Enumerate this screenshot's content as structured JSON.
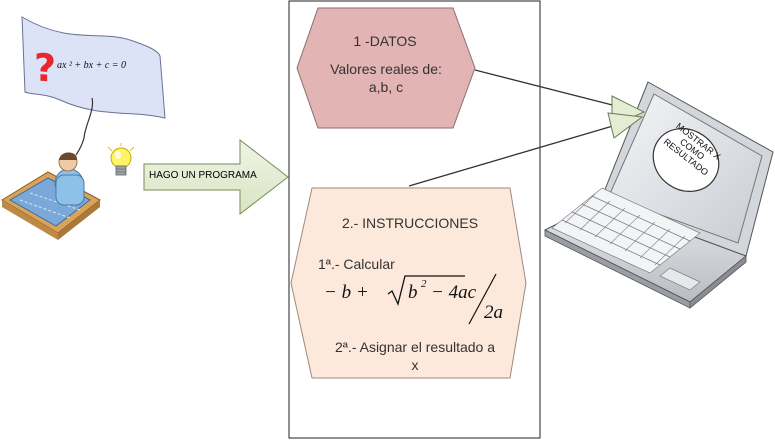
{
  "flag": {
    "question_mark": "?",
    "equation": "ax ² + bx + c = 0"
  },
  "arrow_label": "HAGO UN PROGRAMA",
  "datos": {
    "title": "1 -DATOS",
    "line1": "Valores reales de:",
    "line2": "a,b, c"
  },
  "instrucciones": {
    "title": "2.- INSTRUCCIONES",
    "step1": "1ª.- Calcular",
    "formula": {
      "minus_b": "− b +",
      "sqrt_content": "b",
      "exp": "2",
      "minus_4ac": "− 4ac",
      "denominator": "2a"
    },
    "step2_line1": "2ª.- Asignar el resultado a",
    "step2_line2": "x"
  },
  "laptop_screen": {
    "line1": "MOSTRAR X",
    "line2": "COMO",
    "line3": "RESULTADO"
  },
  "colors": {
    "datos_fill": "#e3b4b4",
    "instrucciones_fill": "#fde9dc",
    "flag_fill": "#dde3f7",
    "arrow_fill": "#e4ecd4",
    "question_red": "#e8262c"
  }
}
